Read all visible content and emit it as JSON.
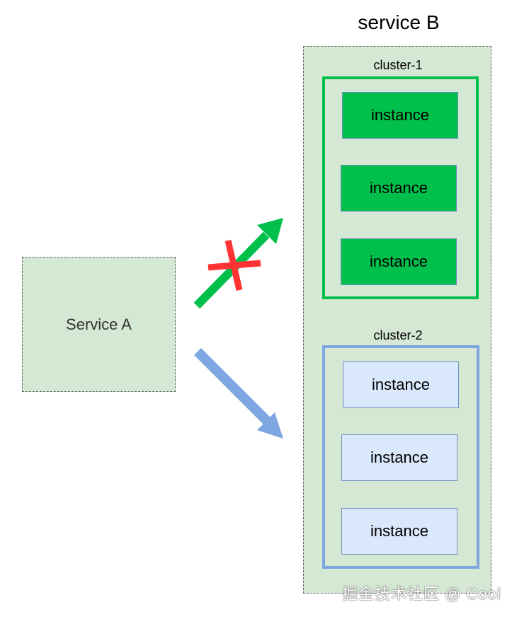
{
  "service_b": {
    "title": "service B",
    "clusters": [
      {
        "label": "cluster-1",
        "instances": [
          "instance",
          "instance",
          "instance"
        ]
      },
      {
        "label": "cluster-2",
        "instances": [
          "instance",
          "instance",
          "instance"
        ]
      }
    ]
  },
  "service_a": {
    "label": "Service A"
  },
  "watermark": "掘金技术社区 @ Cool",
  "colors": {
    "green_cluster": "#00c04b",
    "blue_cluster": "#7ea6e0",
    "service_fill": "#d5e8d4",
    "blue_instance": "#dae8fc",
    "blocked_mark": "#ff3333"
  }
}
